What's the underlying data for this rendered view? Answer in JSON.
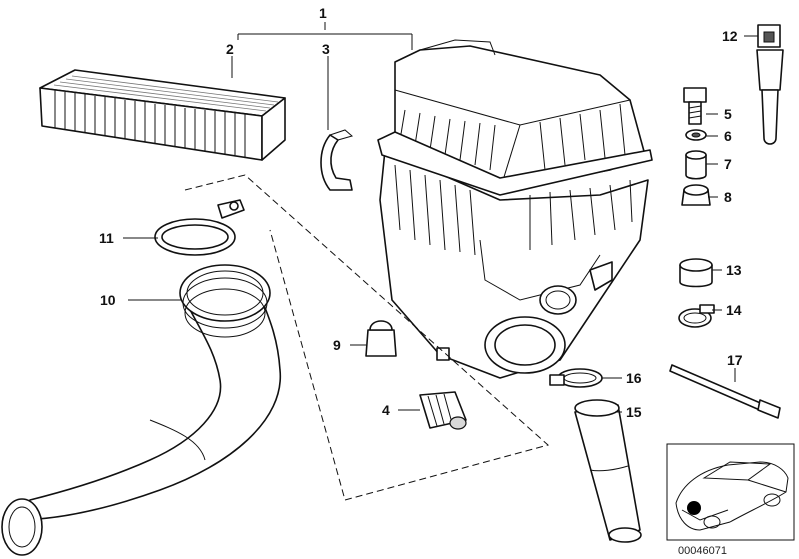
{
  "diagram": {
    "callouts": [
      {
        "id": "1",
        "label": "1"
      },
      {
        "id": "2",
        "label": "2"
      },
      {
        "id": "3",
        "label": "3"
      },
      {
        "id": "4",
        "label": "4"
      },
      {
        "id": "5",
        "label": "5"
      },
      {
        "id": "6",
        "label": "6"
      },
      {
        "id": "7",
        "label": "7"
      },
      {
        "id": "8",
        "label": "8"
      },
      {
        "id": "9",
        "label": "9"
      },
      {
        "id": "10",
        "label": "10"
      },
      {
        "id": "11",
        "label": "11"
      },
      {
        "id": "12",
        "label": "12"
      },
      {
        "id": "13",
        "label": "13"
      },
      {
        "id": "14",
        "label": "14"
      },
      {
        "id": "15",
        "label": "15"
      },
      {
        "id": "16",
        "label": "16"
      },
      {
        "id": "17",
        "label": "17"
      }
    ],
    "reference_number": "00046071"
  }
}
